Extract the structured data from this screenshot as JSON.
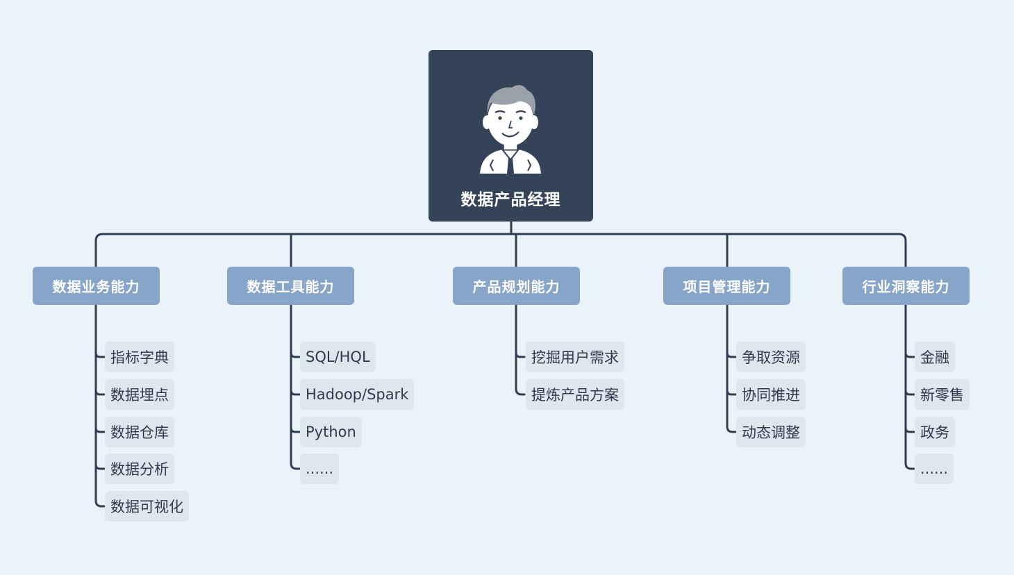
{
  "root": {
    "label": "数据产品经理",
    "avatar_icon": "businessman-avatar-icon"
  },
  "branches": [
    {
      "label": "数据业务能力",
      "children": [
        "指标字典",
        "数据埋点",
        "数据仓库",
        "数据分析",
        "数据可视化"
      ]
    },
    {
      "label": "数据工具能力",
      "children": [
        "SQL/HQL",
        "Hadoop/Spark",
        "Python",
        "......"
      ]
    },
    {
      "label": "产品规划能力",
      "children": [
        "挖掘用户需求",
        "提炼产品方案"
      ]
    },
    {
      "label": "项目管理能力",
      "children": [
        "争取资源",
        "协同推进",
        "动态调整"
      ]
    },
    {
      "label": "行业洞察能力",
      "children": [
        "金融",
        "新零售",
        "政务",
        "......"
      ]
    }
  ],
  "colors": {
    "background": "#ebf3fa",
    "root_fill": "#354358",
    "branch_fill": "#87a4c9",
    "leaf_fill": "#dfe6ee",
    "connector": "#2f3e52",
    "leaf_text": "#2f3b4c"
  }
}
